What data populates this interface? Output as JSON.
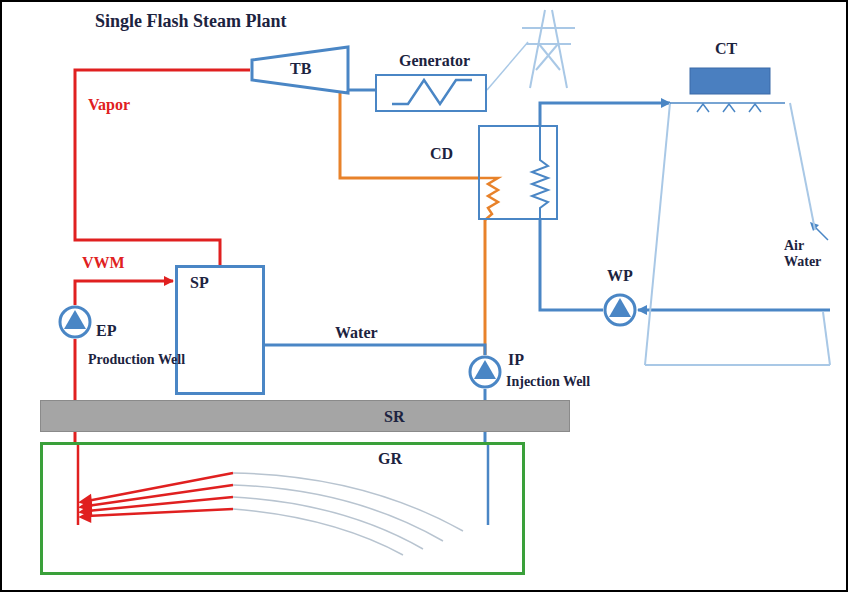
{
  "diagram": {
    "title": "Single Flash Steam Plant",
    "nodes": [
      {
        "text": [
          "TB"
        ]
      },
      {
        "text": [
          "Generator"
        ]
      },
      {
        "text": [
          "CT"
        ]
      },
      {
        "text": [
          "CD"
        ]
      },
      {
        "text": [
          "WP"
        ]
      },
      {
        "text": [
          "SP"
        ]
      },
      {
        "text": [
          "EP"
        ]
      },
      {
        "text": [
          "IP"
        ]
      },
      {
        "text": [
          "SR"
        ]
      },
      {
        "text": [
          "GR"
        ]
      }
    ],
    "edges": [
      {
        "from": 5,
        "to": 0,
        "arrow": "none",
        "label": "Vapor"
      },
      {
        "from": 6,
        "to": 5,
        "arrow": "to",
        "label": "VWM"
      },
      {
        "from": 0,
        "to": 1,
        "arrow": "none"
      },
      {
        "from": 0,
        "to": 3,
        "arrow": "none"
      },
      {
        "from": 3,
        "to": 7,
        "arrow": "none"
      },
      {
        "from": 5,
        "to": 7,
        "arrow": "none",
        "label": "Water"
      },
      {
        "from": 3,
        "to": 2,
        "arrow": "to"
      },
      {
        "from": 4,
        "to": 3,
        "arrow": "none"
      },
      {
        "from": 2,
        "to": 4,
        "arrow": "to"
      },
      {
        "from": 7,
        "to": 9,
        "arrow": "none"
      },
      {
        "from": 9,
        "to": 6,
        "arrow": "none"
      }
    ],
    "labels": [
      "Air",
      "Water",
      "Production Well",
      "Injection Well"
    ]
  }
}
